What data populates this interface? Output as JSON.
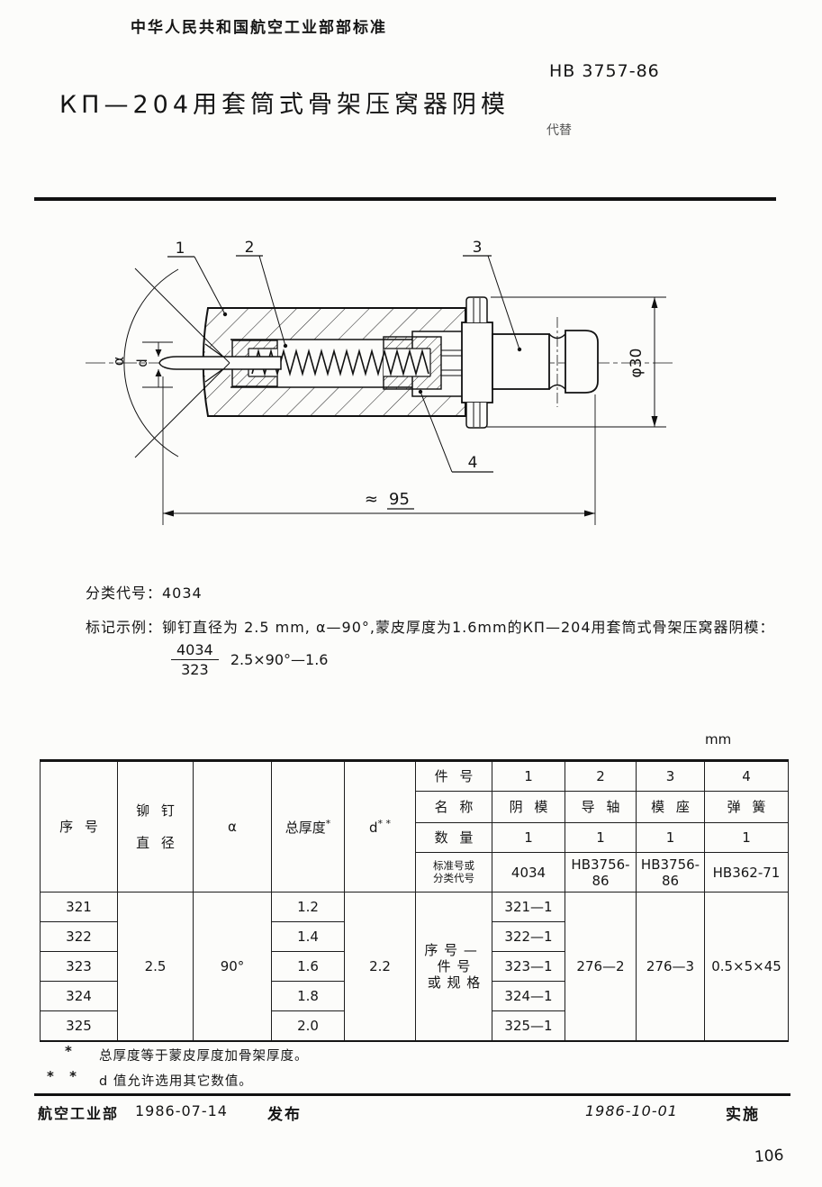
{
  "page": {
    "paper_color": "#fcfcfa",
    "ink_color": "#151515",
    "page_number": "106"
  },
  "header": {
    "org_line": "中华人民共和国航空工业部部标准",
    "title": "КП—204用套筒式骨架压窝器阴模",
    "standard_no": "HB 3757-86",
    "replaces_label": "代替"
  },
  "drawing": {
    "callout_1": "1",
    "callout_2": "2",
    "callout_3": "3",
    "callout_4": "4",
    "dim_alpha": "α",
    "dim_d": "d",
    "dim_diameter": "φ30",
    "dim_length_approx": "≈",
    "dim_length_value": "95"
  },
  "classification": {
    "class_code_line": "分类代号：4034",
    "example_line": "标记示例：铆钉直径为 2.5 mm, α—90°,蒙皮厚度为1.6mm的КП—204用套筒式骨架压窝器阴模：",
    "fraction_numerator": "4034",
    "fraction_denominator": "323",
    "designation_suffix": "2.5×90°—1.6"
  },
  "table": {
    "unit": "mm",
    "col_no": "序号",
    "col_rivet_line1": "铆钉",
    "col_rivet_line2": "直径",
    "col_alpha": "α",
    "col_thickness": "总厚度",
    "col_thickness_sup": "*",
    "col_d": "d",
    "col_d_sup": "* *",
    "hdr_part_no": "件号",
    "hdr_name": "名称",
    "hdr_qty": "数量",
    "hdr_std_line1": "标准号或",
    "hdr_std_line2": "分类代号",
    "parts": [
      {
        "no": "1",
        "name": "阴模",
        "qty": "1",
        "std": "4034"
      },
      {
        "no": "2",
        "name": "导轴",
        "qty": "1",
        "std": "HB3756-86"
      },
      {
        "no": "3",
        "name": "模座",
        "qty": "1",
        "std": "HB3756-86"
      },
      {
        "no": "4",
        "name": "弹簧",
        "qty": "1",
        "std": "HB362-71"
      }
    ],
    "body_label_line1": "序号—件号",
    "body_label_line2": "或规格",
    "rivet_diameter": "2.5",
    "alpha_value": "90°",
    "d_value": "2.2",
    "part2_value": "276—2",
    "part3_value": "276—3",
    "part4_value": "0.5×5×45",
    "rows": [
      {
        "no": "321",
        "thickness": "1.2",
        "part1": "321—1"
      },
      {
        "no": "322",
        "thickness": "1.4",
        "part1": "322—1"
      },
      {
        "no": "323",
        "thickness": "1.6",
        "part1": "323—1"
      },
      {
        "no": "324",
        "thickness": "1.8",
        "part1": "324—1"
      },
      {
        "no": "325",
        "thickness": "2.0",
        "part1": "325—1"
      }
    ]
  },
  "footnotes": {
    "note1_marker": "*",
    "note1": "总厚度等于蒙皮厚度加骨架厚度。",
    "note2_marker": "* *",
    "note2": "d 值允许选用其它数值。"
  },
  "footer": {
    "issuer": "航空工业部",
    "issue_date": "1986-07-14",
    "issue_label": "发布",
    "effective_date": "1986-10-01",
    "effective_label": "实施"
  }
}
